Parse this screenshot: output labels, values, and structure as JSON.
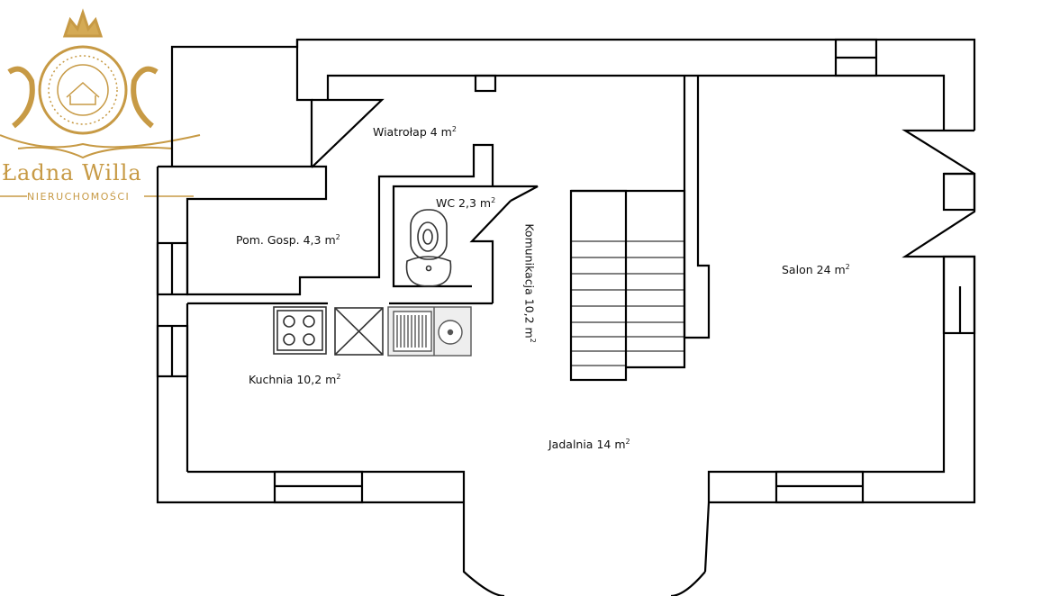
{
  "logo": {
    "name": "Ładna Willa",
    "tagline": "NIERUCHOMOŚCI",
    "color": "#c79a45"
  },
  "rooms": [
    {
      "id": "wiatrolap",
      "label": "Wiatrołap 4 m",
      "sup": "2"
    },
    {
      "id": "wc",
      "label": "WC 2,3 m",
      "sup": "2"
    },
    {
      "id": "pom-gosp",
      "label": "Pom. Gosp. 4,3 m",
      "sup": "2"
    },
    {
      "id": "komunikacja",
      "label": "Komunikacja 10,2 m",
      "sup": "2"
    },
    {
      "id": "kuchnia",
      "label": "Kuchnia 10,2 m",
      "sup": "2"
    },
    {
      "id": "salon",
      "label": "Salon 24 m",
      "sup": "2"
    },
    {
      "id": "jadalnia",
      "label": "Jadalnia 14 m",
      "sup": "2"
    }
  ]
}
